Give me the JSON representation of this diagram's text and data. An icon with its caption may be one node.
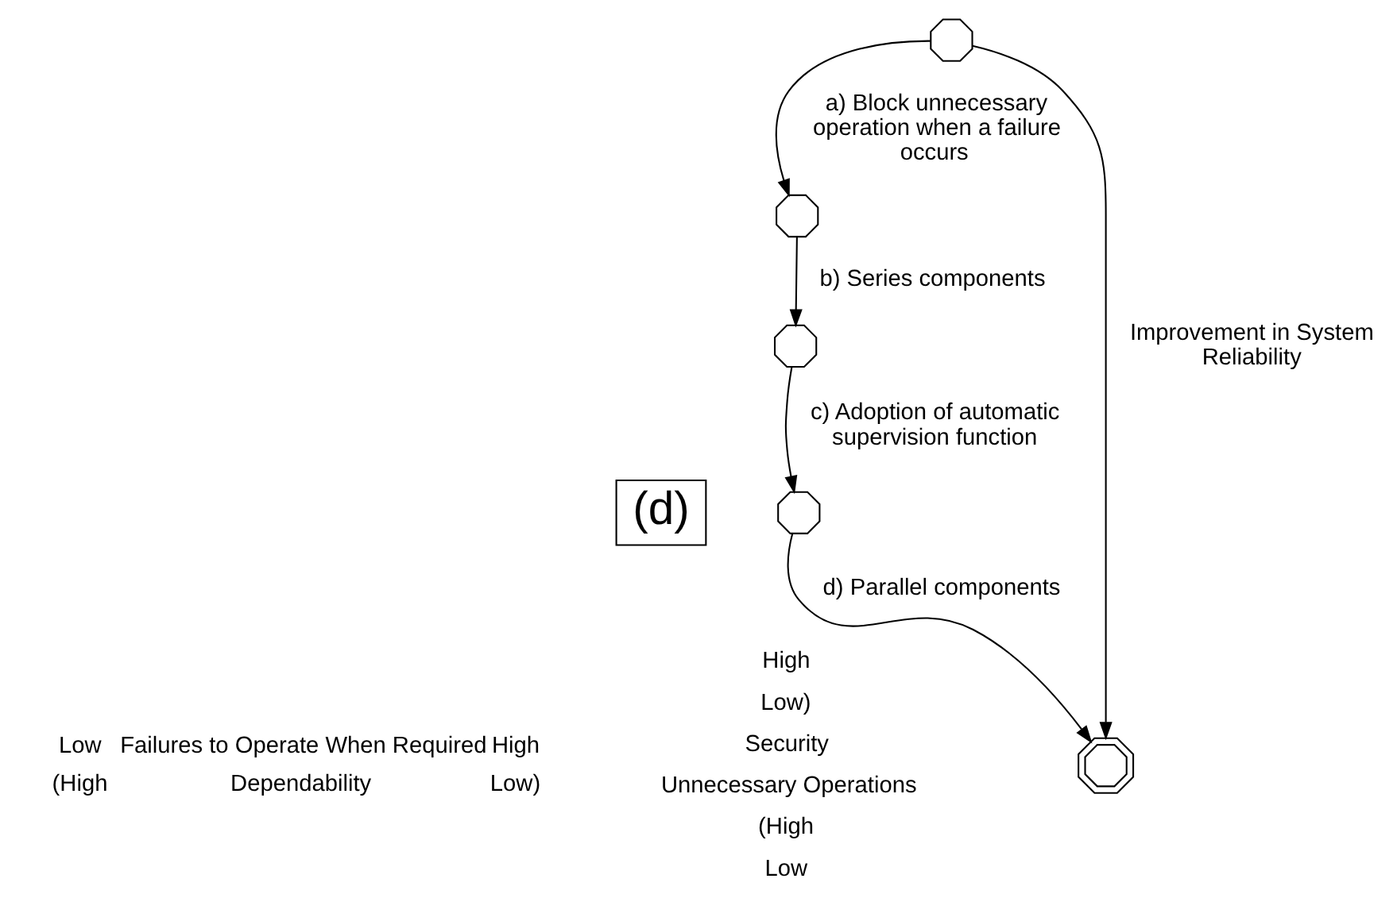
{
  "diagram": {
    "nodes": [
      {
        "text": [],
        "shape": "octagon"
      },
      {
        "text": [],
        "shape": "octagon"
      },
      {
        "text": [],
        "shape": "octagon"
      },
      {
        "text": [],
        "shape": "octagon"
      },
      {
        "text": [],
        "shape": "doubleoctagon"
      }
    ],
    "edges": [
      {
        "from": 0,
        "to": 1,
        "arrow": "to",
        "label": "a) Block unnecessary operation when a failure occurs"
      },
      {
        "from": 1,
        "to": 2,
        "arrow": "to",
        "label": "b) Series components"
      },
      {
        "from": 2,
        "to": 3,
        "arrow": "to",
        "label": "c) Adoption of automatic supervision function"
      },
      {
        "from": 3,
        "to": 4,
        "arrow": "to",
        "label": "d) Parallel components"
      },
      {
        "from": 0,
        "to": 4,
        "arrow": "to",
        "label": "Improvement in System Reliability"
      }
    ],
    "labels": [
      "High",
      "Low)",
      "Security",
      "Unnecessary Operations",
      "(High",
      "Low",
      "Low",
      "Failures to Operate When Required",
      "High",
      "(High",
      "Dependability",
      "Low)",
      "(d)"
    ]
  }
}
